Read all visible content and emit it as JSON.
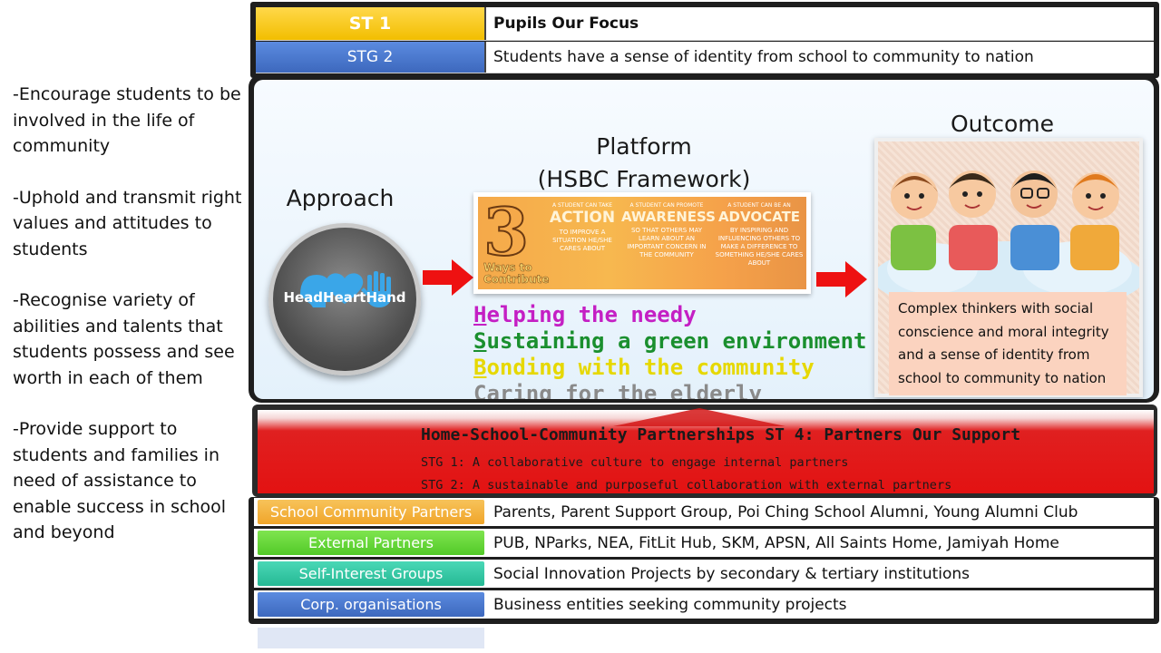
{
  "left_notes": [
    "-Encourage students to be involved in the life of community",
    "-Uphold and transmit right values and attitudes to students",
    "-Recognise variety of abilities and talents that students possess and see worth in each of them",
    "-Provide support to students and families in need of assistance to enable success in school and beyond"
  ],
  "top_rows": [
    {
      "label": "ST 1",
      "text": "Pupils Our Focus",
      "color": "#f7c600"
    },
    {
      "label": "STG 2",
      "text": "Students have a sense of identity from school to community to nation",
      "color": "#4472c4"
    }
  ],
  "approach": {
    "heading": "Approach",
    "caption": "HeadHeartHand"
  },
  "platform": {
    "heading_line1": "Platform",
    "heading_line2": "(HSBC Framework)",
    "card": {
      "big_number": "3",
      "subtitle": "Ways to Contribute",
      "columns": [
        {
          "intro": "A STUDENT CAN TAKE",
          "title": "ACTION",
          "body": "TO IMPROVE A SITUATION HE/SHE CARES ABOUT"
        },
        {
          "intro": "A STUDENT CAN PROMOTE",
          "title": "AWARENESS",
          "body": "SO THAT OTHERS MAY LEARN ABOUT AN IMPORTANT CONCERN IN THE COMMUNITY"
        },
        {
          "intro": "A STUDENT CAN BE AN",
          "title": "ADVOCATE",
          "body": "BY INSPIRING AND INFLUENCING OTHERS TO MAKE A DIFFERENCE TO SOMETHING HE/SHE CARES ABOUT"
        }
      ]
    },
    "pillars": [
      {
        "first": "H",
        "rest": "elping the needy",
        "color": "#c41fc4"
      },
      {
        "first": "S",
        "rest": "ustaining a green environment",
        "color": "#1a8f2e"
      },
      {
        "first": "B",
        "rest": "onding with the community",
        "color": "#e6d800"
      },
      {
        "first": "C",
        "rest": "aring for the elderly",
        "color": "#8a8a8a"
      }
    ]
  },
  "outcome": {
    "heading": "Outcome",
    "text": "Complex thinkers with social conscience and moral integrity and a sense of identity from school to community to nation"
  },
  "partnerships": {
    "title": "Home-School-Community Partnerships ST 4: Partners Our Support",
    "stg1": "STG 1: A collaborative culture to engage internal partners",
    "stg2": "STG 2: A sustainable and purposeful collaboration with external partners"
  },
  "partner_rows": [
    {
      "label": "School Community Partners",
      "text": "Parents, Parent Support Group, Poi Ching School Alumni, Young Alumni Club",
      "color": "#f5b43c"
    },
    {
      "label": "External Partners",
      "text": "PUB, NParks, NEA, FitLit Hub, SKM, APSN, All Saints Home, Jamiyah Home",
      "color": "#66d63a"
    },
    {
      "label": "Self-Interest Groups",
      "text": "Social Innovation Projects by secondary & tertiary institutions",
      "color": "#35c9a6"
    },
    {
      "label": "Corp. organisations",
      "text": "Business entities seeking community projects",
      "color": "#4472c4"
    }
  ]
}
